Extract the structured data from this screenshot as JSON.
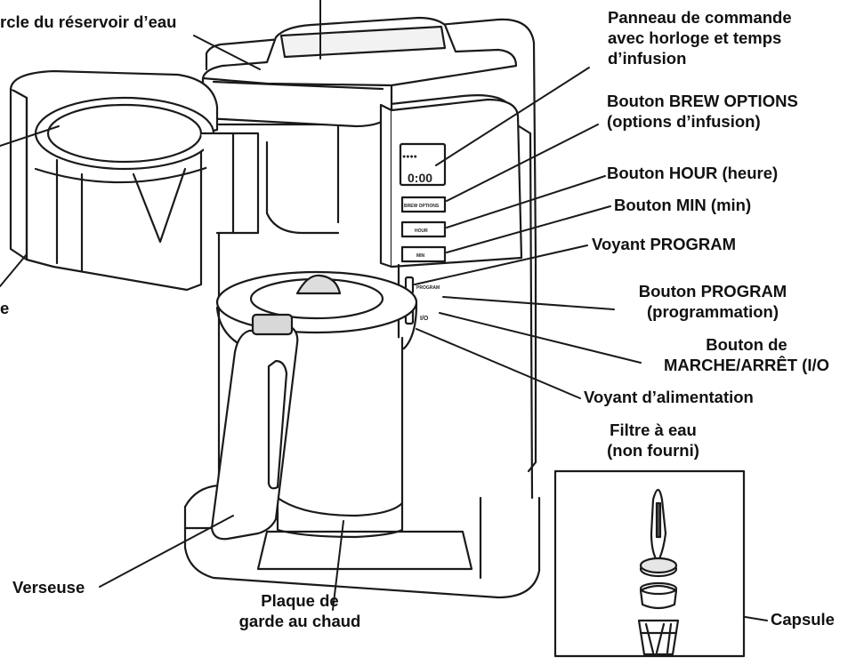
{
  "labels": {
    "reservoir_lid": "rcle du réservoir d’eau",
    "control_panel": [
      "Panneau de commande",
      "avec horloge et temps",
      "d’infusion"
    ],
    "brew_options": [
      "Bouton BREW OPTIONS",
      "(options d’infusion)"
    ],
    "hour": "Bouton HOUR (heure)",
    "min": "Bouton MIN (min)",
    "program_light": "Voyant PROGRAM",
    "program_button": [
      "Bouton PROGRAM",
      "(programmation)"
    ],
    "power_button": [
      "Bouton de",
      "MARCHE/ARRÊT (I/O"
    ],
    "power_light": "Voyant d’alimentation",
    "water_filter": [
      "Filtre à eau",
      "(non fourni)"
    ],
    "capsule": "Capsule",
    "carafe": "Verseuse",
    "warming_plate": [
      "Plaque de",
      "garde au chaud"
    ],
    "left_cut": "e"
  },
  "panel": {
    "clock": "0:00",
    "brew_options": "BREW OPTIONS",
    "hour": "HOUR",
    "min": "MIN",
    "program": "PROGRAM",
    "power": "I/O"
  },
  "colors": {
    "line": "#1a1a1a",
    "shade": "#d8d8d8",
    "background": "#ffffff"
  }
}
